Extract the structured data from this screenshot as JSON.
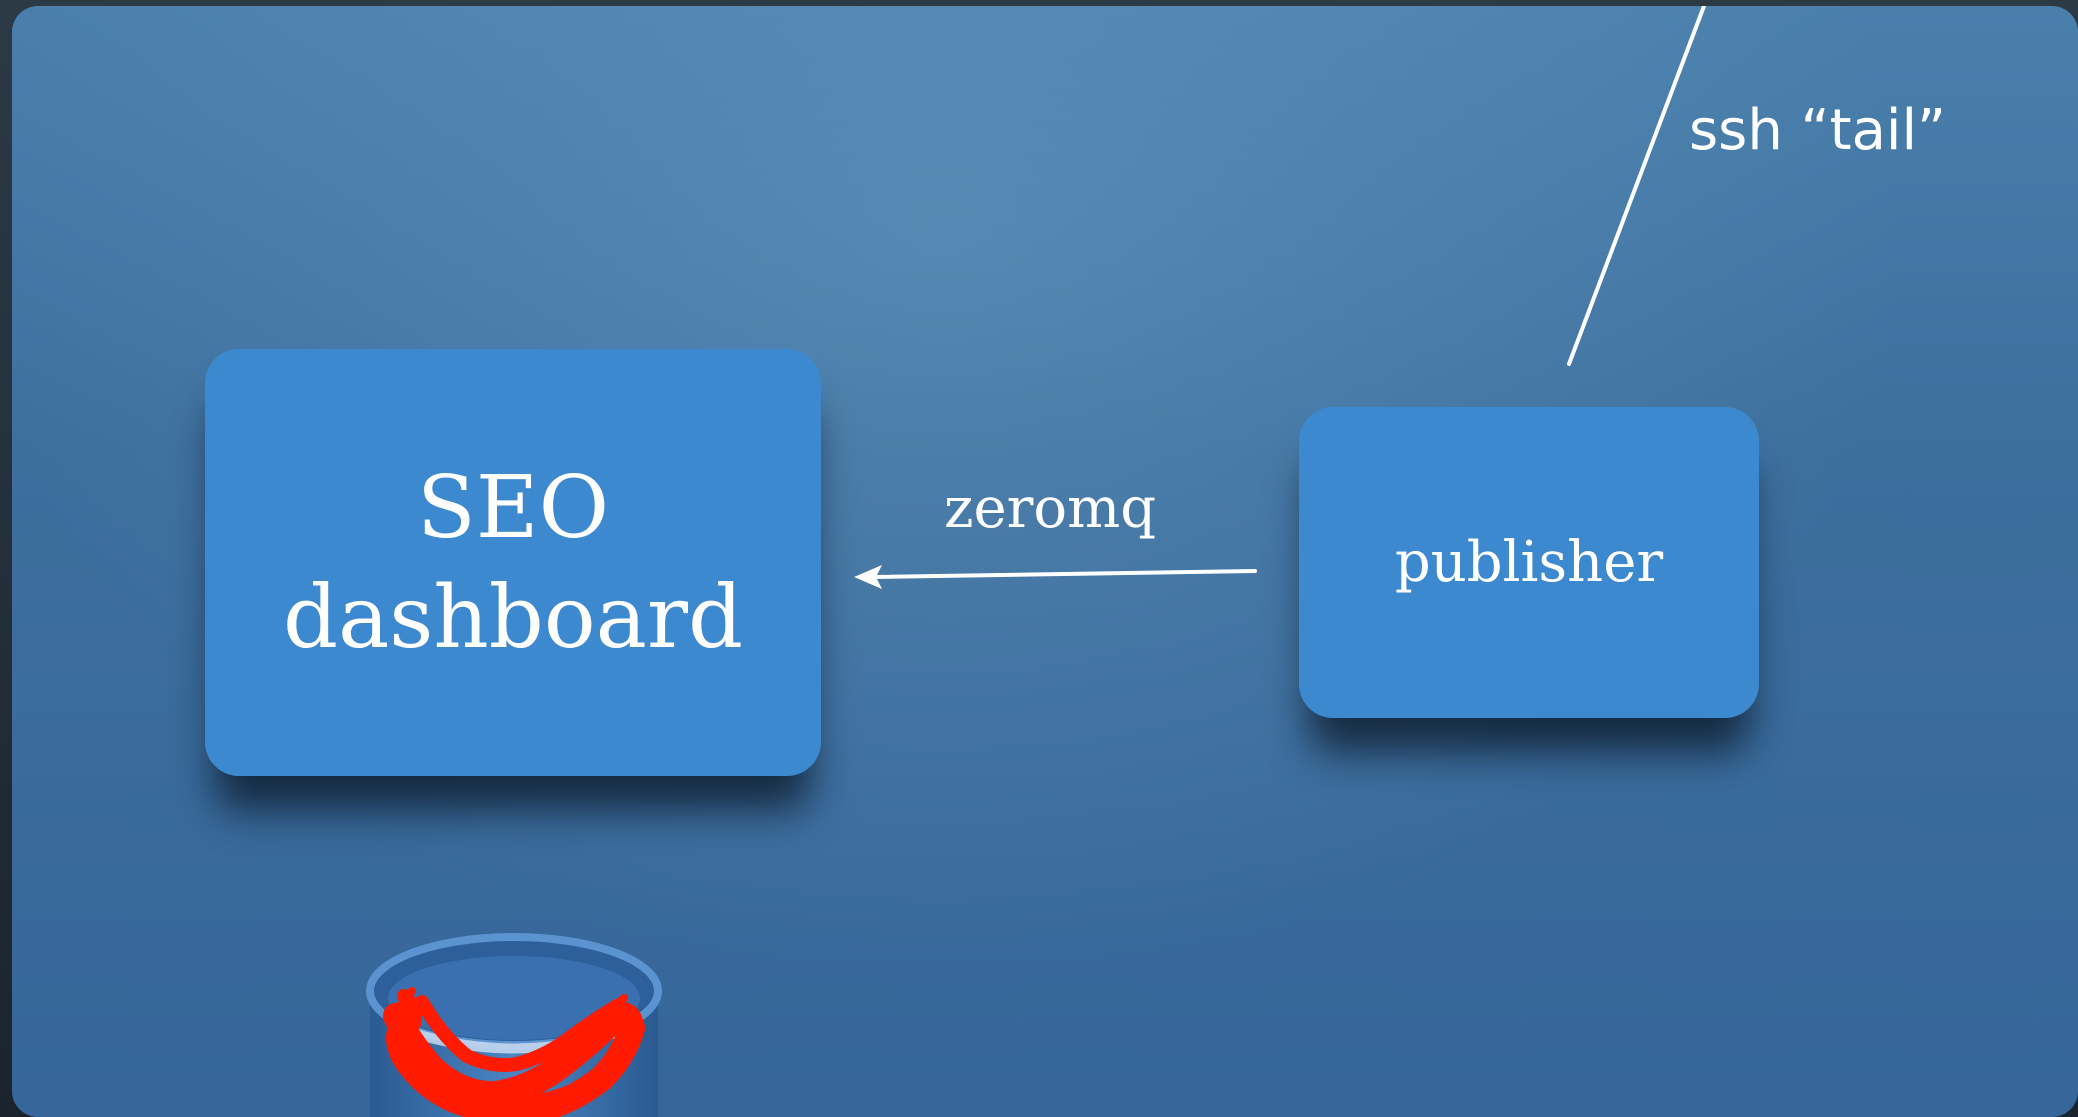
{
  "slide": {
    "nodes": {
      "seo_dashboard": {
        "label": "SEO\ndashboard"
      },
      "publisher": {
        "label": "publisher"
      }
    },
    "edges": {
      "zeromq": {
        "label": "zeromq"
      },
      "ssh_tail": {
        "label": "ssh “tail”"
      }
    },
    "colors": {
      "background": "#3d6f9d",
      "box_fill": "#3d89d0",
      "text": "#ffffff",
      "database": "#3b70b0",
      "scribble": "#ff1a00"
    },
    "icons": {
      "database": "database-cylinder-icon",
      "scribble": "red-scribble-mark"
    }
  }
}
